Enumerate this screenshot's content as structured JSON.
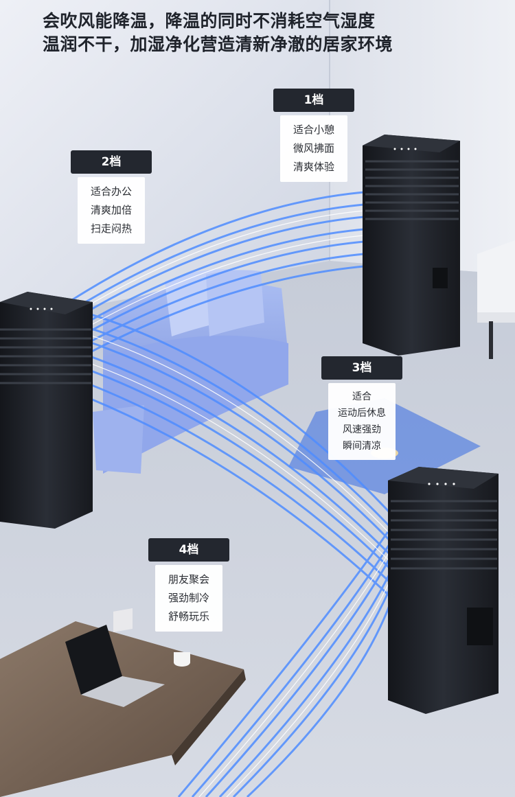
{
  "headline": {
    "line1": "会吹风能降温，降温的同时不消耗空气湿度",
    "line2": "温润不干，加湿净化营造清新净澈的居家环境"
  },
  "modes": [
    {
      "tag": "1档",
      "lines": [
        "适合小憩",
        "微风拂面",
        "清爽体验"
      ]
    },
    {
      "tag": "2档",
      "lines": [
        "适合办公",
        "清爽加倍",
        "扫走闷热"
      ]
    },
    {
      "tag": "3档",
      "lines": [
        "适合",
        "运动后休息",
        "风速强劲",
        "瞬间清凉"
      ]
    },
    {
      "tag": "4档",
      "lines": [
        "朋友聚会",
        "强劲制冷",
        "舒畅玩乐"
      ]
    }
  ],
  "colors": {
    "tag_bg": "#23272f",
    "airflow": "#4f8dff",
    "device": "#1e2128",
    "sofa": "#8fa6ea"
  }
}
